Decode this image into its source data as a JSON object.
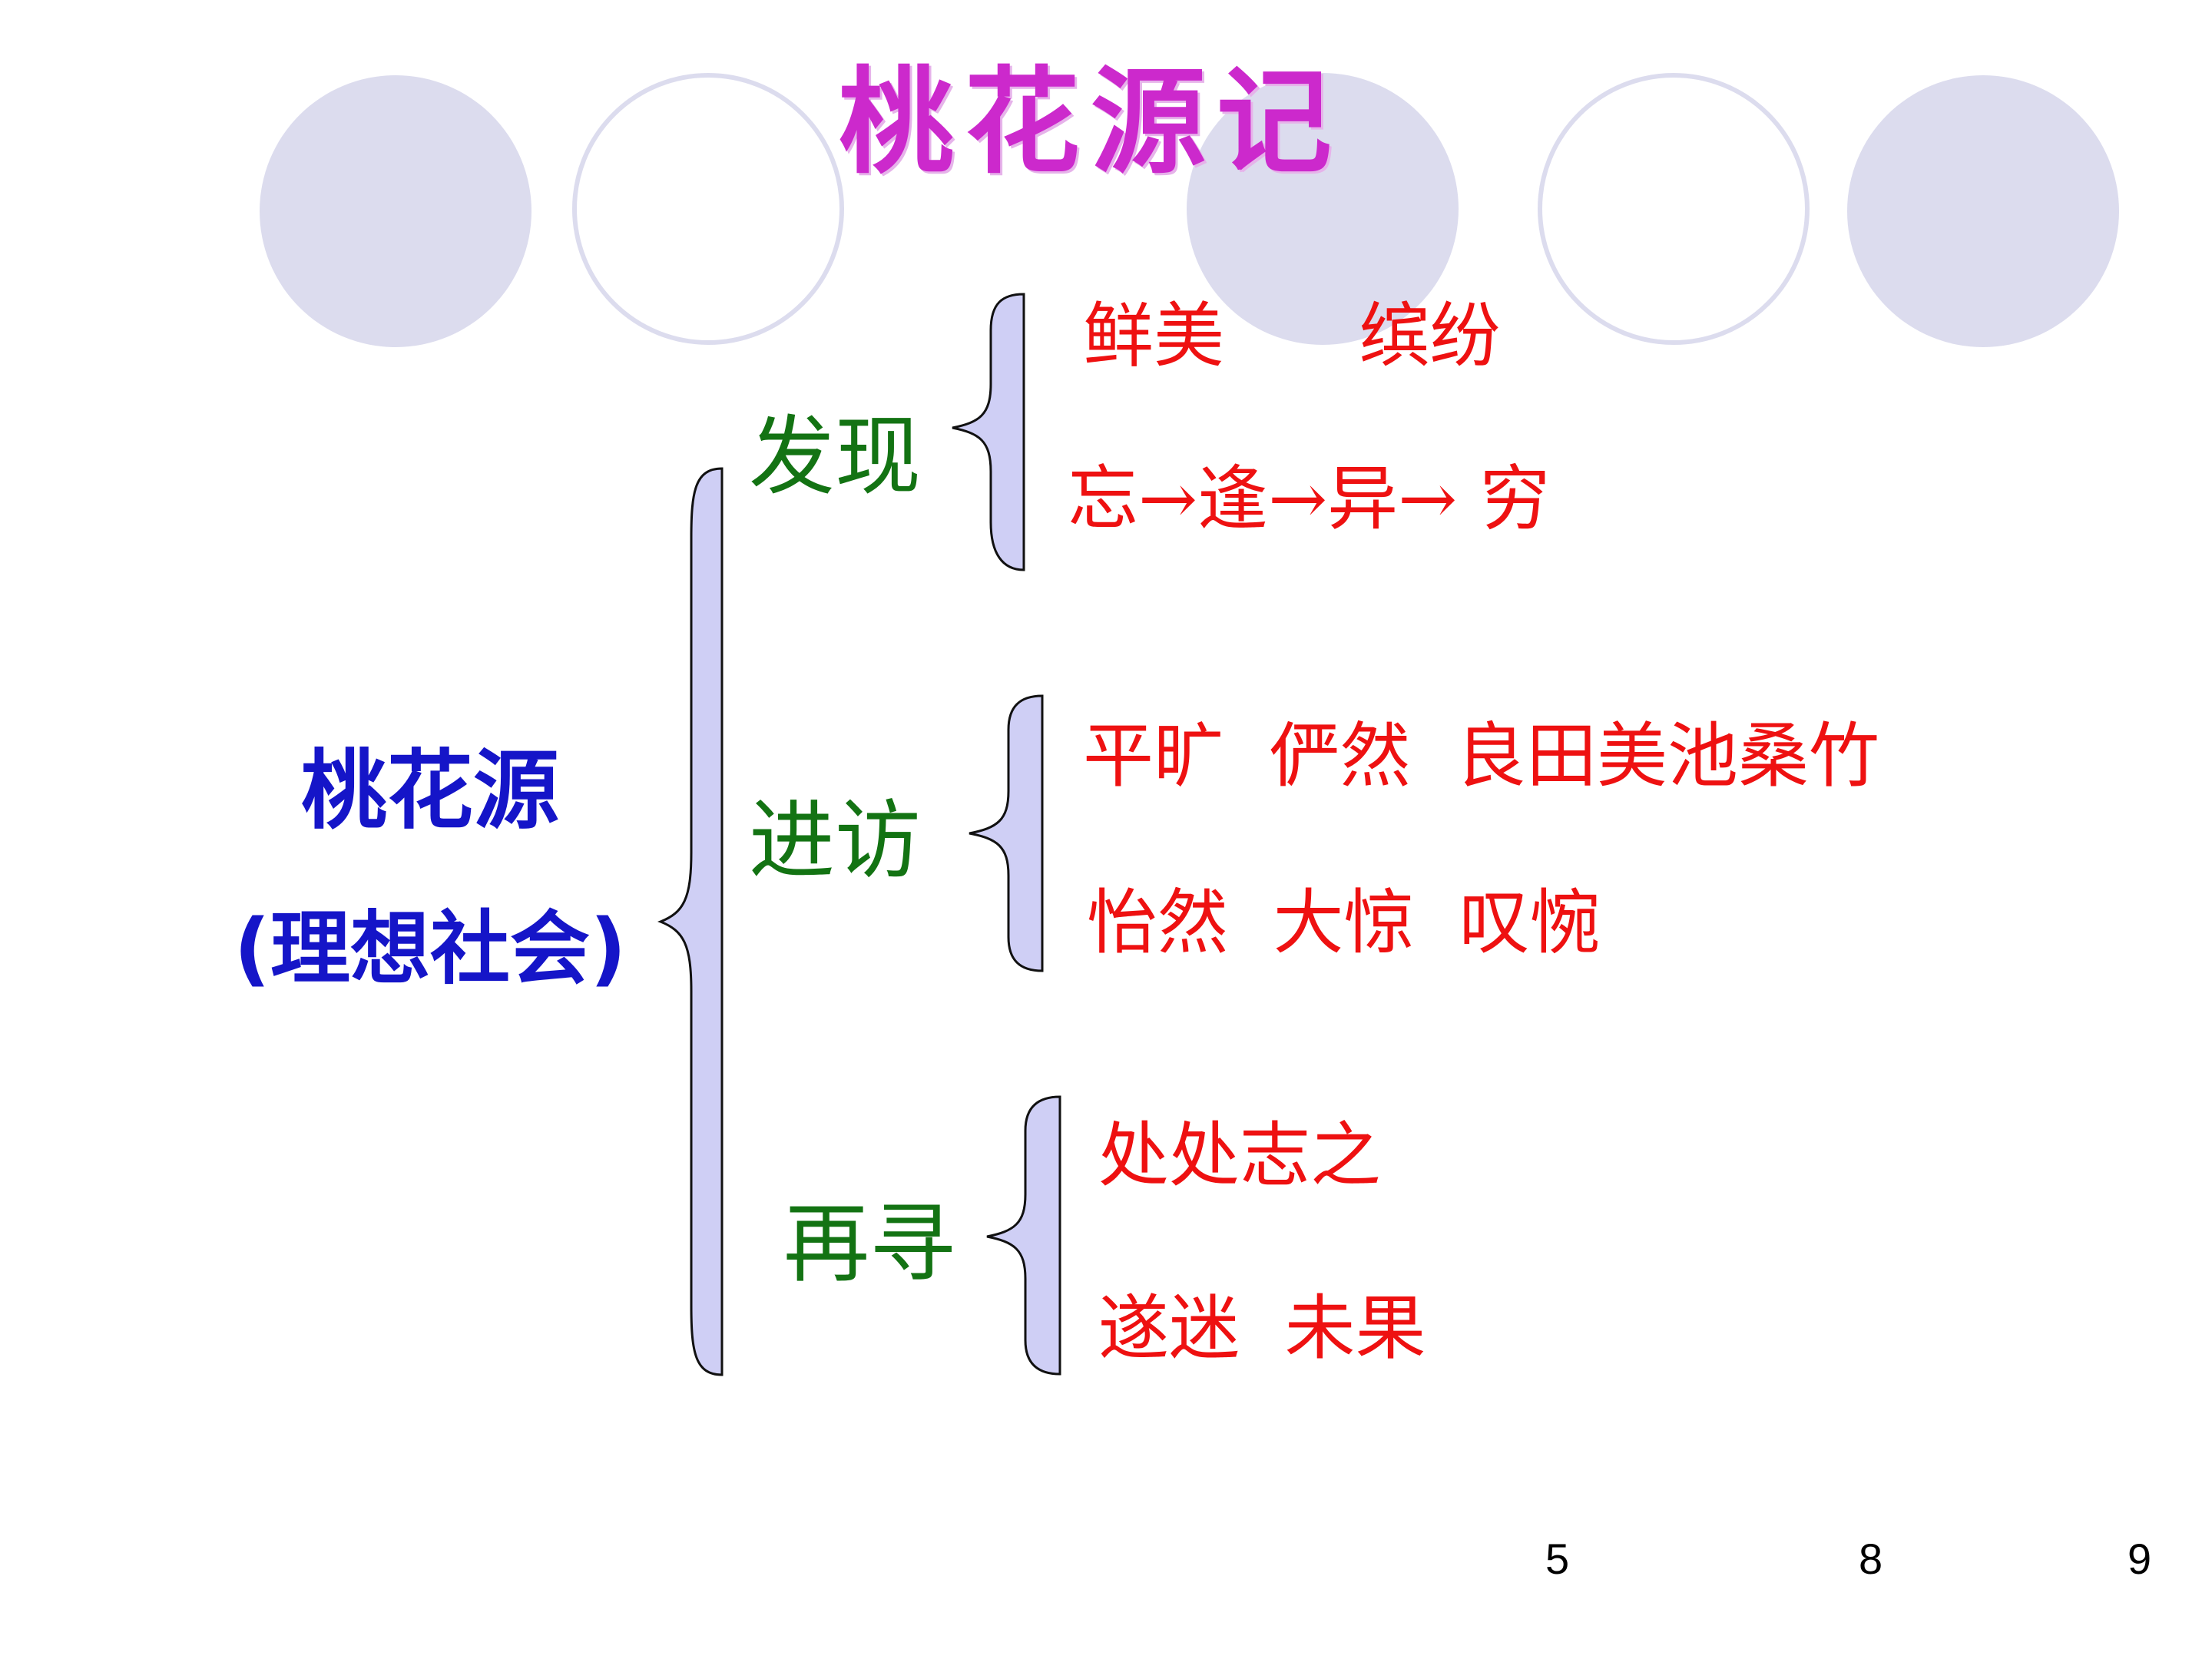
{
  "title": "桃花源记",
  "root": {
    "label": "桃花源",
    "sublabel": "(理想社会)"
  },
  "branches": [
    {
      "label": "发现",
      "leaves": [
        "鲜美      缤纷",
        "忘→逢→异→ 穷"
      ]
    },
    {
      "label": "进访",
      "leaves": [
        "平旷  俨然  良田美池桑竹",
        "怡然  大惊  叹惋"
      ]
    },
    {
      "label": "再寻",
      "leaves": [
        "处处志之",
        "遂迷  未果"
      ]
    }
  ],
  "footer_numbers": [
    "5",
    "8",
    "9"
  ],
  "colors": {
    "title": "#cc29cc",
    "root": "#1515c8",
    "branch": "#137313",
    "leaf": "#ee1111",
    "decoration": "#dcdcee",
    "brace_stroke": "#111111"
  }
}
